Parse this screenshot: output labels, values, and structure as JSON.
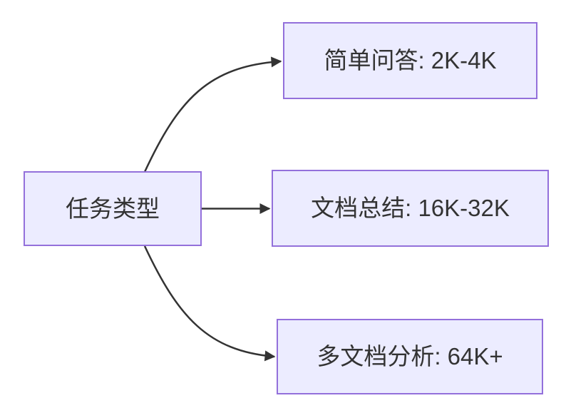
{
  "diagram": {
    "type": "flowchart-left-to-right",
    "root": {
      "label": "任务类型"
    },
    "branches": [
      {
        "label": "简单问答: 2K-4K"
      },
      {
        "label": "文档总结: 16K-32K"
      },
      {
        "label": "多文档分析: 64K+"
      }
    ],
    "edges": [
      {
        "from": "任务类型",
        "to": "简单问答: 2K-4K"
      },
      {
        "from": "任务类型",
        "to": "文档总结: 16K-32K"
      },
      {
        "from": "任务类型",
        "to": "多文档分析: 64K+"
      }
    ],
    "colors": {
      "background": "#FFFFFF",
      "node_fill": "#ECECFF",
      "node_border": "#9370DB",
      "edge": "#333333",
      "text": "#333333"
    }
  }
}
